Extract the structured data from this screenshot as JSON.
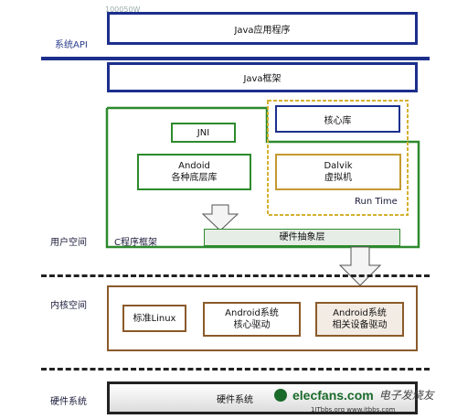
{
  "watermark_top": "100050W",
  "layers": {
    "system_api": "系统API",
    "user_space": "用户空间",
    "kernel_space": "内核空间",
    "hardware_system": "硬件系统"
  },
  "boxes": {
    "java_apps": "Java应用程序",
    "java_framework": "Java框架",
    "jni": "JNI",
    "core_libs": "核心库",
    "native_libs_line1": "Andoid",
    "native_libs_line2": "各种底层库",
    "dalvik_line1": "Dalvik",
    "dalvik_line2": "虚拟机",
    "runtime": "Run Time",
    "c_framework": "C程序框架",
    "hal": "硬件抽象层",
    "std_linux": "标准Linux",
    "android_core_drivers_line1": "Android系统",
    "android_core_drivers_line2": "核心驱动",
    "android_device_drivers_line1": "Android系统",
    "android_device_drivers_line2": "相关设备驱动",
    "hardware": "硬件系统"
  },
  "watermark": {
    "logo": "elecfans.com",
    "cn": "电子发烧友",
    "url": "1ITbbs.org  www.itbbs.com"
  }
}
